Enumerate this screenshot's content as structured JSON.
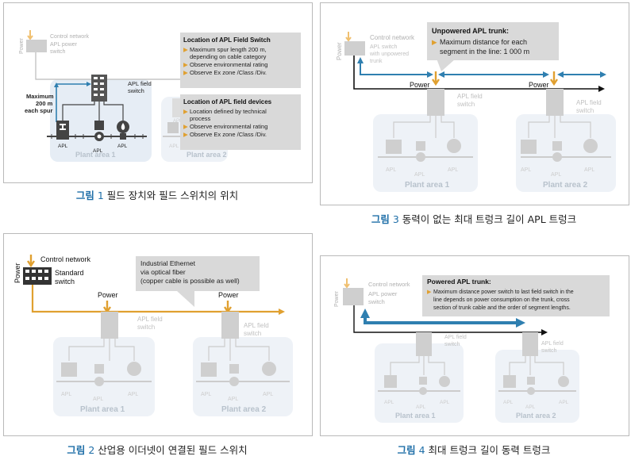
{
  "fig1": {
    "caption_prefix": "그림",
    "caption_num": "1",
    "caption_text": "필드 장치와 필드 스위치의 위치",
    "power": "Power",
    "control_network": "Control network",
    "apl_power_switch_1": "APL power",
    "apl_power_switch_2": "switch",
    "apl_field_switch_1": "APL field",
    "apl_field_switch_2": "switch",
    "max_spur_1": "Maximum",
    "max_spur_2": "200 m",
    "max_spur_3": "each spur",
    "box1_title": "Location of APL Field Switch",
    "box1_items": [
      "Maximum spur length 200 m,",
      "depending on cable category",
      "Observe environmental rating",
      "Observe Ex zone /Class /Div."
    ],
    "box2_title": "Location of APL field devices",
    "box2_items": [
      "Location defined by technical",
      "process",
      "Observe environmental rating",
      "Observe Ex zone /Class /Div."
    ],
    "apl": "APL",
    "plant_area_1": "Plant area 1",
    "plant_area_2": "Plant area 2",
    "apl_tag": "APL"
  },
  "fig2": {
    "caption_prefix": "그림",
    "caption_num": "2",
    "caption_text": "산업용 이더넷이 연결된 필드 스위치",
    "power": "Power",
    "control_network": "Control network",
    "standard_switch_1": "Standard",
    "standard_switch_2": "switch",
    "callout_1": "Industrial Ethernet",
    "callout_2": "via optical fiber",
    "callout_3": "(copper cable is possible as well)",
    "power_a": "Power",
    "power_b": "Power",
    "apl_field_switch_1": "APL field",
    "apl_field_switch_2": "switch",
    "apl": "APL",
    "plant_area_1": "Plant area 1",
    "plant_area_2": "Plant area 2"
  },
  "fig3": {
    "caption_prefix": "그림",
    "caption_num": "3",
    "caption_text": "동력이 없는 최대 트렁크 길이 APL 트렁크",
    "power": "Power",
    "control_network": "Control network",
    "apl_switch_1": "APL switch",
    "apl_switch_2": "with unpowered",
    "apl_switch_3": "trunk",
    "callout_title": "Unpowered APL trunk:",
    "callout_1": "Maximum distance for each",
    "callout_2": "segment in the line: 1 000 m",
    "power_a": "Power",
    "power_b": "Power",
    "apl_field_switch_1": "APL field",
    "apl_field_switch_2": "switch",
    "apl": "APL",
    "plant_area_1": "Plant area 1",
    "plant_area_2": "Plant area 2",
    "apl_tag": "APL"
  },
  "fig4": {
    "caption_prefix": "그림",
    "caption_num": "4",
    "caption_text": "최대 트렁크 길이 동력 트렁크",
    "power": "Power",
    "control_network": "Control network",
    "apl_power_switch_1": "APL power",
    "apl_power_switch_2": "switch",
    "callout_title": "Powered APL trunk:",
    "callout_lines": [
      "Maximum distance power switch to last field switch in the",
      "line depends on power consumption on the trunk, cross",
      "section of trunk cable and the order of segment lengths."
    ],
    "apl_field_switch_1": "APL field",
    "apl_field_switch_2": "switch",
    "apl": "APL",
    "plant_area_1": "Plant area 1",
    "plant_area_2": "Plant area 2",
    "apl_tag": "APL"
  },
  "colors": {
    "blue": "#2f7fb0",
    "orange": "#e0a030",
    "gray_box": "#d9d9d9",
    "plant_area": "#e6edf5",
    "faded": "#c7c7c7"
  }
}
